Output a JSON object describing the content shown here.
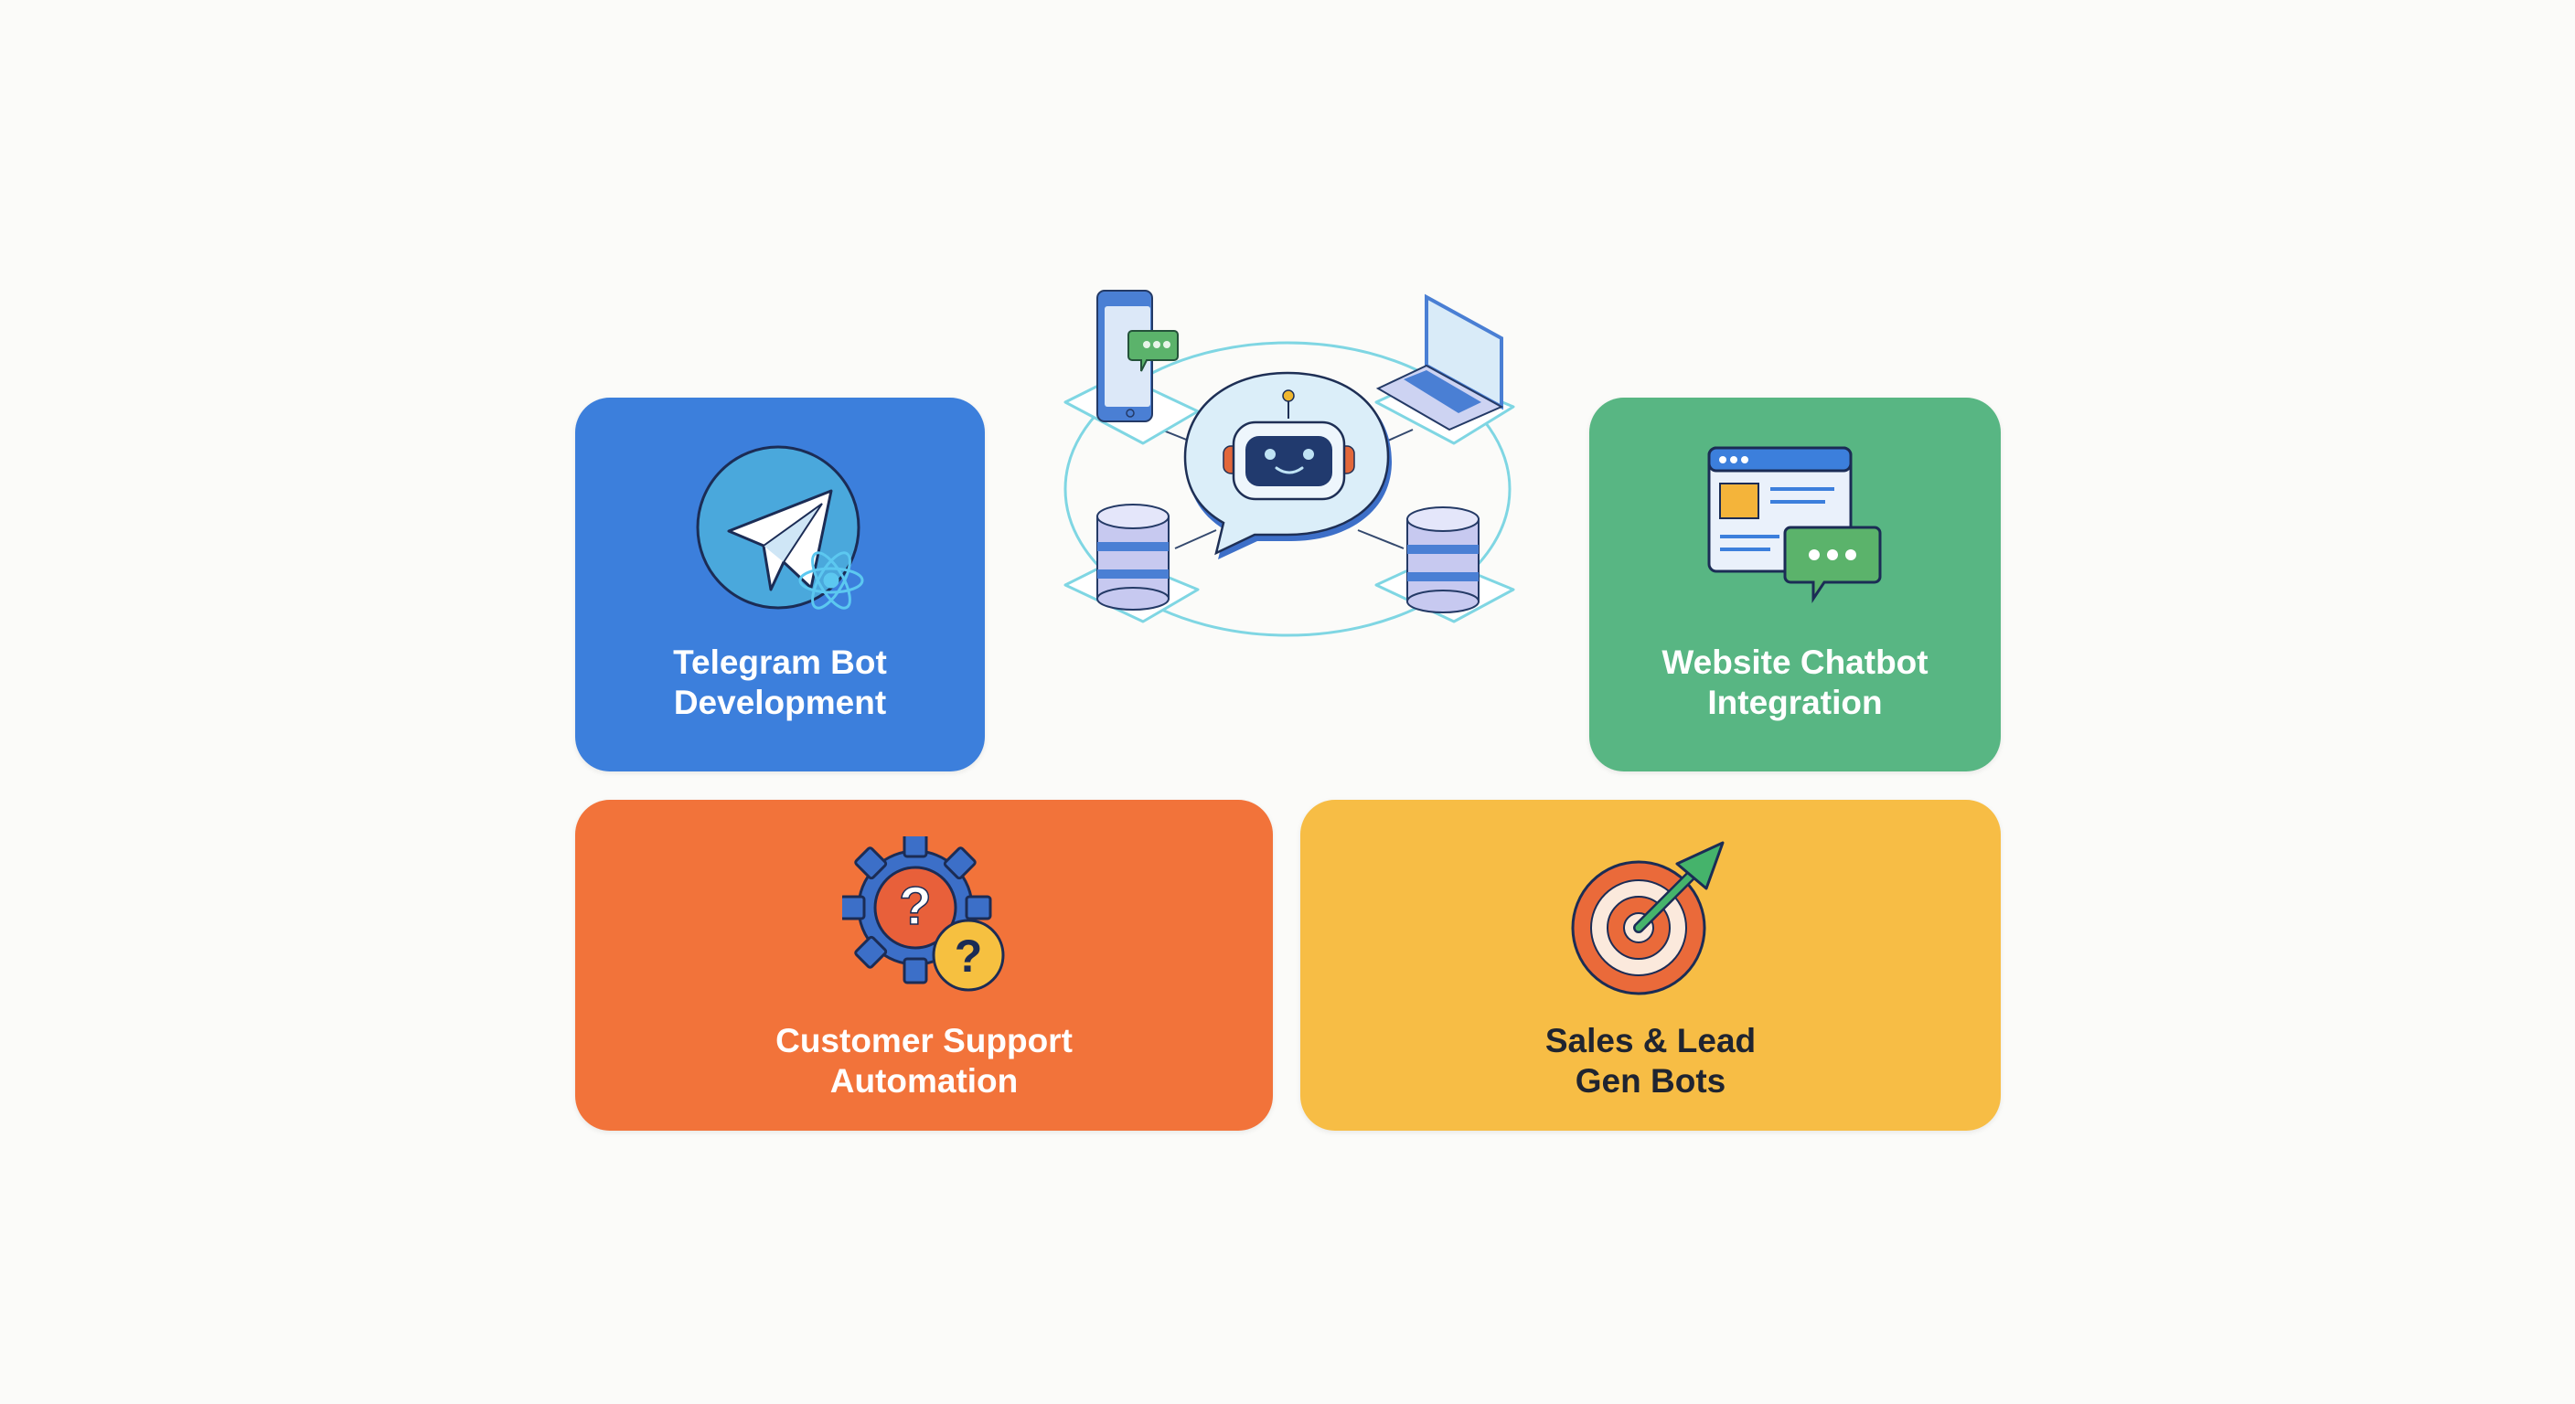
{
  "colors": {
    "background": "#fbfbf9",
    "telegram_card": "#3c7fdc",
    "website_card": "#58b683",
    "support_card": "#f2733a",
    "sales_card": "#f7bd45"
  },
  "hub": {
    "icons": [
      "smartphone-chat-icon",
      "laptop-icon",
      "robot-chat-bubble-icon",
      "database-icon",
      "database-icon"
    ]
  },
  "cards": [
    {
      "id": "telegram",
      "line1": "Telegram Bot",
      "line2": "Development",
      "icon": "telegram-paper-plane-icon"
    },
    {
      "id": "website",
      "line1": "Website Chatbot",
      "line2": "Integration",
      "icon": "browser-chat-icon"
    },
    {
      "id": "support",
      "line1": "Customer Support",
      "line2": "Automation",
      "icon": "gear-question-icon"
    },
    {
      "id": "sales",
      "line1": "Sales & Lead",
      "line2": "Gen Bots",
      "icon": "target-arrow-icon"
    }
  ]
}
